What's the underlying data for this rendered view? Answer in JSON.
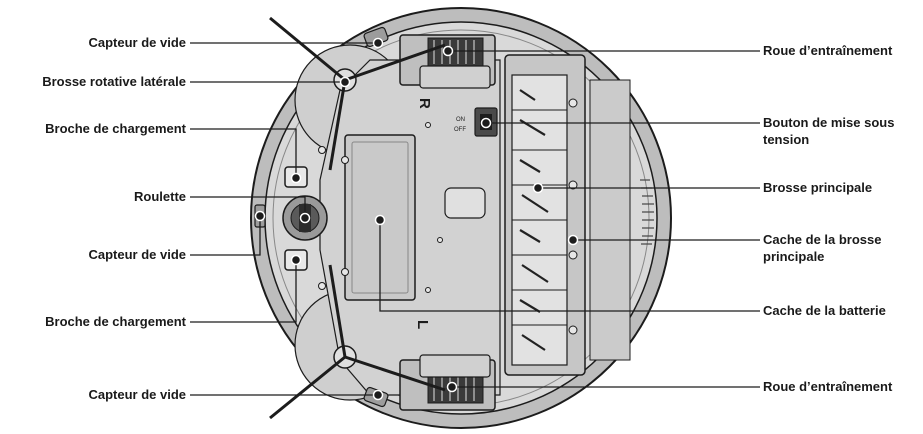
{
  "labels": {
    "left": [
      "Capteur de vide",
      "Brosse rotative latérale",
      "Broche de chargement",
      "Roulette",
      "Capteur de vide",
      "Broche de chargement",
      "Capteur de vide"
    ],
    "right": [
      "Roue d’entraînement",
      "Bouton de mise sous tension",
      "Brosse principale",
      "Cache de la brosse principale",
      "Cache de la batterie",
      "Roue d’entraînement"
    ],
    "right_lines": [
      [
        "Roue d’entraînement"
      ],
      [
        "Bouton de mise sous",
        "tension"
      ],
      [
        "Brosse principale"
      ],
      [
        "Cache de la brosse",
        "principale"
      ],
      [
        "Cache de la batterie"
      ],
      [
        "Roue d’entraînement"
      ]
    ]
  },
  "body_marks": {
    "side_letter_top": "R",
    "side_letter_bottom": "L",
    "switch_on": "ON",
    "switch_off": "OFF"
  },
  "colors": {
    "body": "#d6d6d6",
    "rim": "#b9b9b9",
    "line": "#1c1c1c",
    "dark": "#2e2e2e"
  }
}
